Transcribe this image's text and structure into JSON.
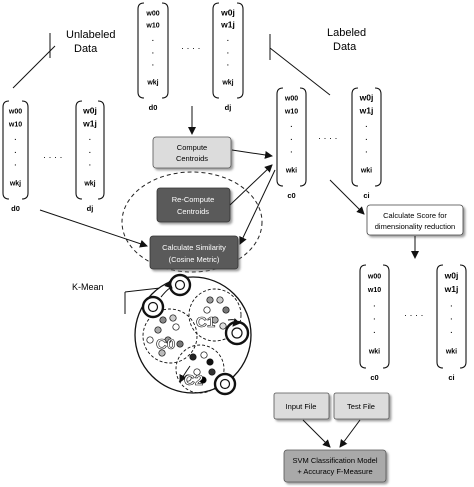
{
  "labels": {
    "unlabeled": [
      "Unlabeled",
      "Data"
    ],
    "labeled": [
      "Labeled",
      "Data"
    ],
    "kmean": "K-Mean"
  },
  "vectors": {
    "unlabeled_d0": {
      "rows": [
        "w00",
        "w10",
        "·",
        "·",
        "·",
        "wkj"
      ],
      "caption": "d0"
    },
    "unlabeled_dj": {
      "rows": [
        "w0j",
        "w1j",
        "·",
        "·",
        "·",
        "wkj"
      ],
      "caption": "dj"
    },
    "top_d0": {
      "rows": [
        "w00",
        "w10",
        "·",
        "·",
        "·",
        "wkj"
      ],
      "caption": "d0"
    },
    "top_dj": {
      "rows": [
        "w0j",
        "w1j",
        "·",
        "·",
        "·",
        "wkj"
      ],
      "caption": "dj"
    },
    "labeled_c0": {
      "rows": [
        "w00",
        "w10",
        "·",
        "·",
        "·",
        "wki"
      ],
      "caption": "c0"
    },
    "labeled_ci": {
      "rows": [
        "w0j",
        "w1j",
        "·",
        "·",
        "·",
        "wki"
      ],
      "caption": "ci"
    },
    "reduced_c0": {
      "rows": [
        "w00",
        "w10",
        "·",
        "·",
        "·",
        "wki"
      ],
      "caption": "c0"
    },
    "reduced_ci": {
      "rows": [
        "w0j",
        "w1j",
        "·",
        "·",
        "·",
        "wki"
      ],
      "caption": "ci"
    }
  },
  "ellipsis": "· · · ·",
  "boxes": {
    "compute": [
      "Compute",
      "Centroids"
    ],
    "recompute": [
      "Re-Compute",
      "Centroids"
    ],
    "similarity": [
      "Calculate Similarity",
      "(Cosine Metric)"
    ],
    "score": [
      "Calculate Score for",
      "dimensionality reduction"
    ],
    "input": "Input File",
    "test": "Test File",
    "svm": [
      "SVM Classification Model",
      "+ Accuracy F-Measure"
    ]
  },
  "clusters": [
    "C0",
    "C1",
    "C2"
  ],
  "colors": {
    "box_light": "#dcdcdc",
    "box_dark": "#5a5a5a",
    "box_mid": "#a9a9a9",
    "stroke": "#111111"
  }
}
